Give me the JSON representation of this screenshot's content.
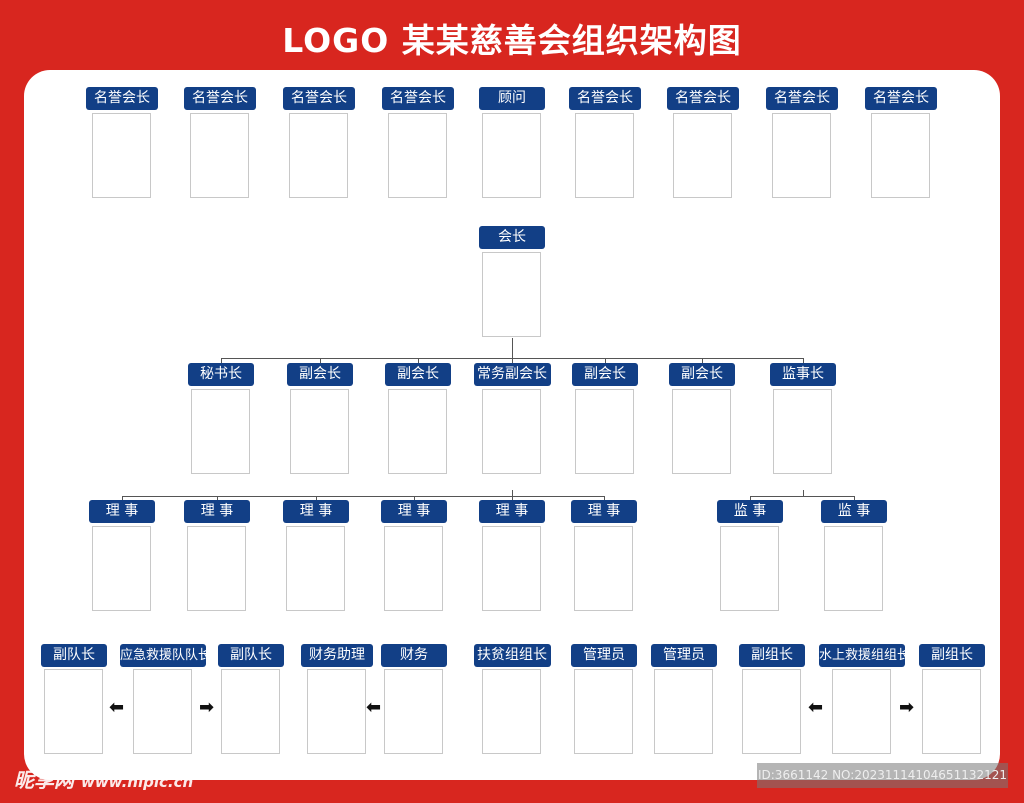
{
  "title": "LOGO  某某慈善会组织架构图",
  "colors": {
    "background": "#d8261f",
    "label": "#123f86",
    "panel": "#ffffff"
  },
  "rows": [
    [
      "名誉会长",
      "名誉会长",
      "名誉会长",
      "名誉会长",
      "顾问",
      "名誉会长",
      "名誉会长",
      "名誉会长",
      "名誉会长"
    ],
    [
      "会长"
    ],
    [
      "秘书长",
      "副会长",
      "副会长",
      "常务副会长",
      "副会长",
      "副会长",
      "监事长"
    ],
    [
      "理 事",
      "理 事",
      "理 事",
      "理 事",
      "理 事",
      "理 事",
      "监 事",
      "监 事"
    ],
    [
      "副队长",
      "应急救援队队长",
      "副队长",
      "财务助理",
      "财务",
      "扶贫组组长",
      "管理员",
      "管理员",
      "副组长",
      "水上救援组组长",
      "副组长"
    ]
  ],
  "arrows": [
    "arrow-left",
    "arrow-right",
    "arrow-left",
    "arrow-left",
    "arrow-right"
  ],
  "watermark": {
    "brand": "昵享网",
    "url": "www.nipic.cn"
  },
  "image_id": "ID:3661142 NO:20231114104651132121"
}
